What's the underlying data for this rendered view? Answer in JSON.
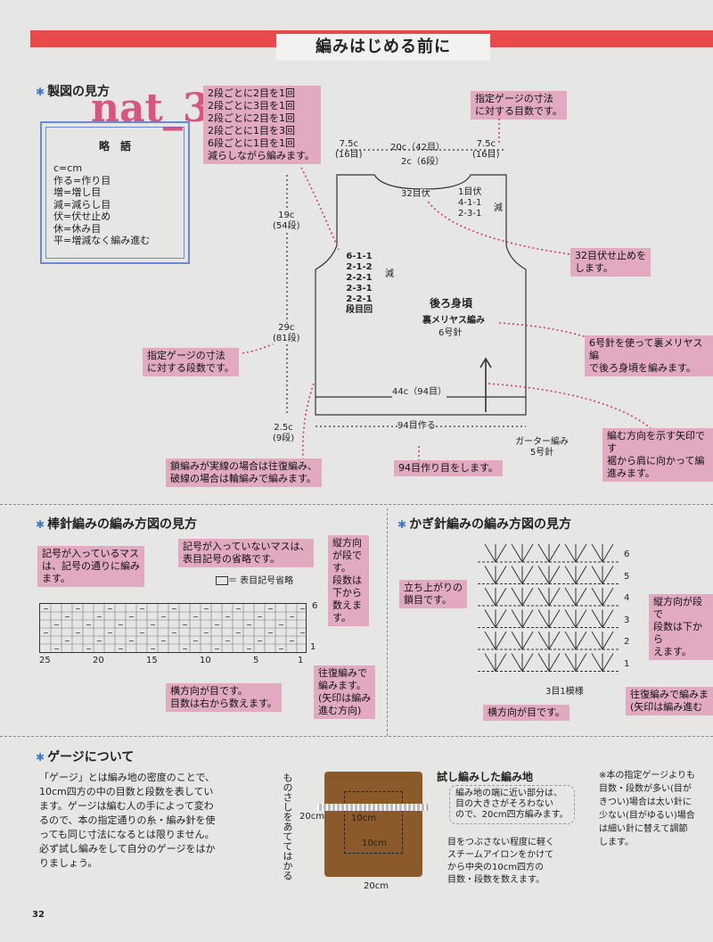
{
  "header": {
    "title": "編みはじめる前に"
  },
  "section1": {
    "title": "製図の見方"
  },
  "watermark": "nat_3_6",
  "legend": {
    "title": "略　語",
    "items": [
      "c=cm",
      "作る=作り目",
      "増=増し目",
      "減=減らし目",
      "伏=伏せ止め",
      "休=休み目",
      "平=増減なく編み進む"
    ]
  },
  "notes": {
    "dec_rule": [
      "2段ごとに2目を1回",
      "2段ごとに3目を1回",
      "2段ごとに2目を1回",
      "2段ごとに1目を3回",
      "6段ごとに1目を1回",
      "減らしながら編みます。"
    ],
    "gauge_stitch": [
      "指定ゲージの寸法",
      "に対する目数です。"
    ],
    "bind32": [
      "32目伏せ止めを",
      "します。"
    ],
    "needle6": [
      "6号針を使って裏メリヤス編",
      "で後ろ身頃を編みます。"
    ],
    "gauge_row": [
      "指定ゲージの寸法",
      "に対する段数です。"
    ],
    "arrow_dir": [
      "編む方向を示す矢印です",
      "裾から肩に向かって編",
      "進みます。"
    ],
    "cast94": "94目作り目をします。",
    "stripe": [
      "鎖編みが実線の場合は往復編み、",
      "破線の場合は輪編みで編みます。"
    ]
  },
  "diagram": {
    "top_left": [
      "7.5c",
      "(16目)"
    ],
    "top_mid": "20c（42目）",
    "top_mid2": "2c（6段）",
    "top_right": [
      "7.5c",
      "(16目)"
    ],
    "bind_label": "32目伏",
    "right_dec": [
      "1目伏",
      "4-1-1",
      "2-3-1"
    ],
    "right_dec_mark": "減",
    "left_dec": [
      "6-1-1",
      "2-1-2",
      "2-2-1",
      "2-3-1",
      "2-2-1",
      "段目回"
    ],
    "left_dec_mark": "減",
    "armhole": [
      "19c",
      "(54段)"
    ],
    "body_h": [
      "29c",
      "(81段)"
    ],
    "rib_h": [
      "2.5c",
      "(9段)"
    ],
    "piece": "後ろ身頃",
    "stitch": "裏メリヤス編み",
    "needle": "6号針",
    "width": "44c（94目）",
    "cast": "94目作る",
    "garter": [
      "ガーター編み",
      "5号針"
    ]
  },
  "section2": {
    "title": "棒針編みの編み方図の見方",
    "note_a": [
      "記号が入っているマス",
      "は、記号の通りに編み",
      "ます。"
    ],
    "note_b": [
      "記号が入っていないマスは、",
      "表目記号の省略です。"
    ],
    "legend": "＝ 表目記号省略",
    "note_c": [
      "縦方向が段です。",
      "段数は下から",
      "数えます。"
    ],
    "axis": [
      "25",
      "20",
      "15",
      "10",
      "5",
      "1"
    ],
    "row_top": "6",
    "row_bottom": "1",
    "note_d": [
      "横方向が目です。",
      "目数は右から数えます。"
    ],
    "note_e": [
      "往復編みで",
      "編みます。",
      "(矢印は編み",
      "進む方向)"
    ]
  },
  "section3": {
    "title": "かぎ針編みの編み方図の見方",
    "note_a": [
      "立ち上がりの",
      "鎖目です。"
    ],
    "note_b": [
      "縦方向が段で",
      "段数は下から",
      "えます。"
    ],
    "rows": [
      "6",
      "5",
      "4",
      "3",
      "2",
      "1"
    ],
    "repeat": "3目1模様",
    "note_c": "横方向が目です。",
    "note_d": [
      "往復編みで編みま",
      "(矢印は編み進む"
    ]
  },
  "section4": {
    "title": "ゲージについて",
    "para": [
      "「ゲージ」とは編み地の密度のことで、",
      "10cm四方の中の目数と段数を表してい",
      "ます。ゲージは編む人の手によって変わ",
      "るので、本の指定通りの糸・編み針を使",
      "っても同じ寸法になるとは限りません。",
      "必ず試し編みをして自分のゲージをはか",
      "りましょう。"
    ],
    "ruler": "ものさしをあててはかる",
    "swatch_title": "試し編みした編み地",
    "swatch_note": [
      "編み地の端に近い部分は、",
      "目の大きさがそろわない",
      "ので、20cm四方編みます。"
    ],
    "steam": [
      "目をつぶさない程度に軽く",
      "スチームアイロンをかけて",
      "から中央の10cm四方の",
      "目数・段数を数えます。"
    ],
    "dim_20a": "20cm",
    "dim_10a": "10cm",
    "dim_10b": "10cm",
    "dim_20b": "20cm",
    "side": [
      "※本の指定ゲージよりも",
      "目数・段数が多い(目が",
      "きつい)場合は太い針に",
      "少ない(目がゆるい)場合",
      "は細い針に替えて調節",
      "します。"
    ]
  },
  "page": "32",
  "colors": {
    "accent_bar": "#e84a4a",
    "note_bg": "#e2aac0",
    "legend_border": "#6a88d8",
    "dotted": "#d23a6a"
  }
}
